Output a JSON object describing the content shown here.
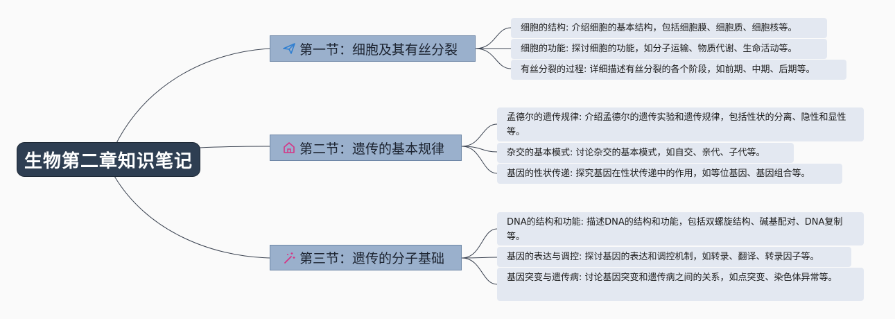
{
  "root": {
    "title": "生物第二章知识笔记"
  },
  "sections": [
    {
      "title": "第一节：细胞及其有丝分裂",
      "icon": "paper-plane-icon",
      "icon_color": "#2f7fd1",
      "items": [
        "细胞的结构: 介绍细胞的基本结构，包括细胞膜、细胞质、细胞核等。",
        "细胞的功能: 探讨细胞的功能，如分子运输、物质代谢、生命活动等。",
        "有丝分裂的过程: 详细描述有丝分裂的各个阶段，如前期、中期、后期等。"
      ]
    },
    {
      "title": "第二节：遗传的基本规律",
      "icon": "home-icon",
      "icon_color": "#d63384",
      "items": [
        "孟德尔的遗传规律: 介绍孟德尔的遗传实验和遗传规律，包括性状的分离、隐性和显性等。",
        "杂交的基本模式: 讨论杂交的基本模式，如自交、亲代、子代等。",
        "基因的性状传递: 探究基因在性状传递中的作用，如等位基因、基因组合等。"
      ]
    },
    {
      "title": "第三节：遗传的分子基础",
      "icon": "magic-wand-icon",
      "icon_color": "#d63384",
      "items": [
        "DNA的结构和功能: 描述DNA的结构和功能，包括双螺旋结构、碱基配对、DNA复制等。",
        "基因的表达与调控: 探讨基因的表达和调控机制，如转录、翻译、转录因子等。",
        "基因突变与遗传病: 讨论基因突变和遗传病之间的关系，如点突变、染色体异常等。"
      ]
    }
  ]
}
